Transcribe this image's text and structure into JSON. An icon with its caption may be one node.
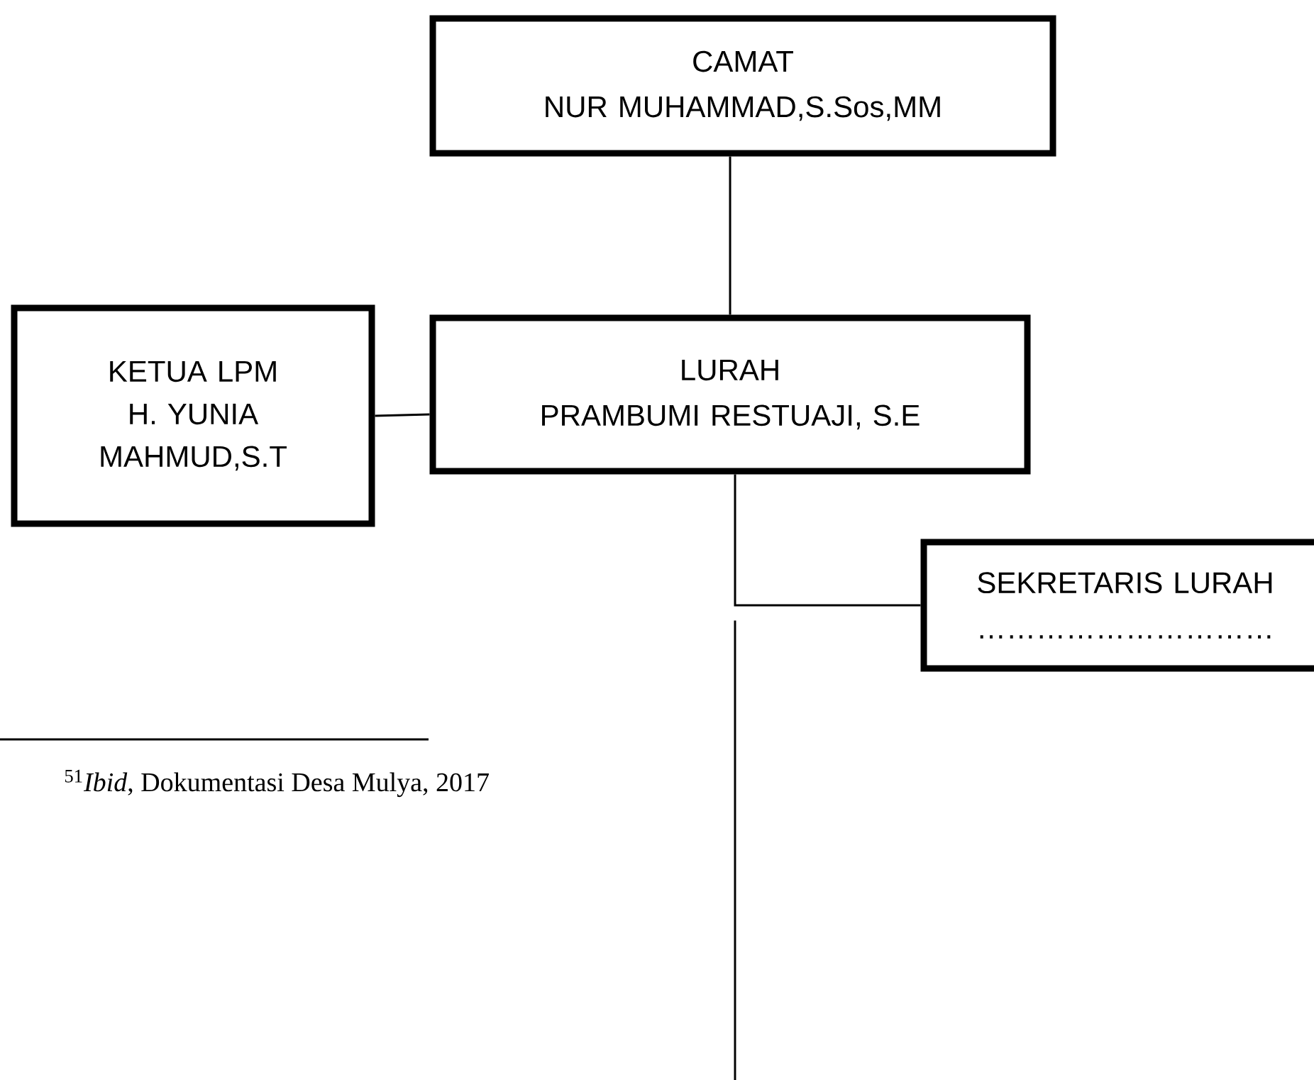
{
  "diagram": {
    "nodes": [
      {
        "text": [
          "CAMAT",
          "NUR MUHAMMAD,S.Sos,MM"
        ]
      },
      {
        "text": [
          "KETUA LPM H. YUNIA MAHMUD,S.T"
        ]
      },
      {
        "text": [
          "LURAH",
          "PRAMBUMI RESTUAJI, S.E"
        ]
      },
      {
        "text": [
          "SEKRETARIS LURAH",
          "…………………………"
        ]
      }
    ],
    "edges": [
      {
        "from": 0,
        "to": 2,
        "arrow": "none"
      },
      {
        "from": 1,
        "to": 2,
        "arrow": "none"
      },
      {
        "from": 2,
        "to": 3,
        "arrow": "none"
      }
    ],
    "labels": [
      "$^{51}$*Ibid*, Dokumentasi Desa Mulya, 2017"
    ]
  }
}
